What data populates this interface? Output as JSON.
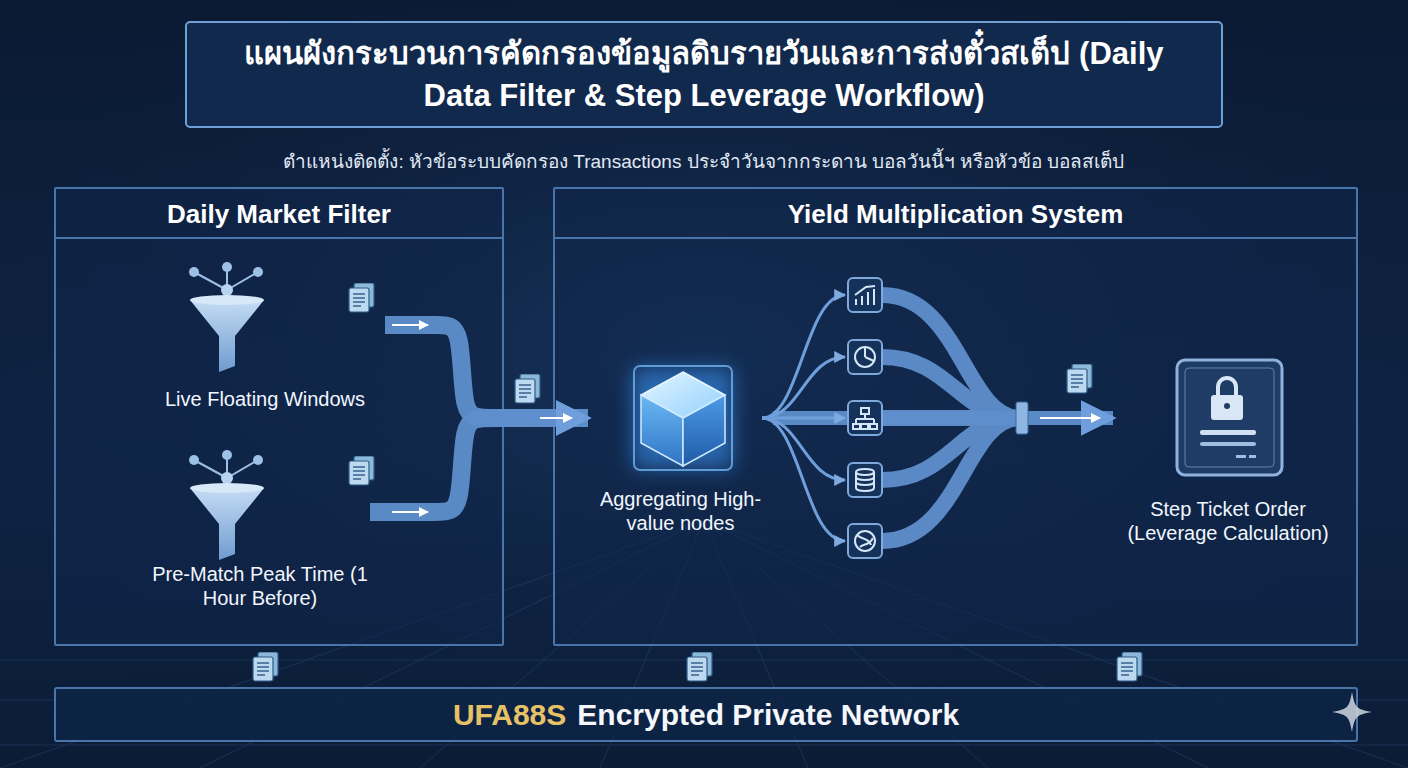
{
  "diagram": {
    "title": "แผนผังกระบวนการคัดกรองข้อมูลดิบรายวันและการส่งตั๋วสเต็ป (Daily Data Filter & Step Leverage Workflow)",
    "nodes": [
      {
        "text": [
          "Daily Market Filter"
        ]
      },
      {
        "text": [
          "Live Floating Windows"
        ],
        "in": 0
      },
      {
        "text": [
          "Pre-Match Peak Time (1 Hour Before)"
        ],
        "in": 0
      },
      {
        "text": [
          "Yield Multiplication System"
        ]
      },
      {
        "text": [
          "Aggregating High-value nodes"
        ],
        "in": 3
      },
      {
        "text": [
          "Step Ticket Order (Leverage Calculation)"
        ],
        "in": 3
      },
      {
        "text": [
          "UFA88S",
          "Encrypted Private Network"
        ]
      }
    ],
    "edges": [
      {
        "from": 1,
        "to": 4,
        "arrow": "to"
      },
      {
        "from": 2,
        "to": 4,
        "arrow": "to"
      },
      {
        "from": 4,
        "to": 5,
        "arrow": "to"
      }
    ],
    "labels": [
      "ตำแหน่งติดตั้ง: หัวข้อระบบคัดกรอง Transactions ประจำวันจากกระดาน บอลวันนี้ฯ หรือหัวข้อ บอลสเต็ป"
    ]
  }
}
